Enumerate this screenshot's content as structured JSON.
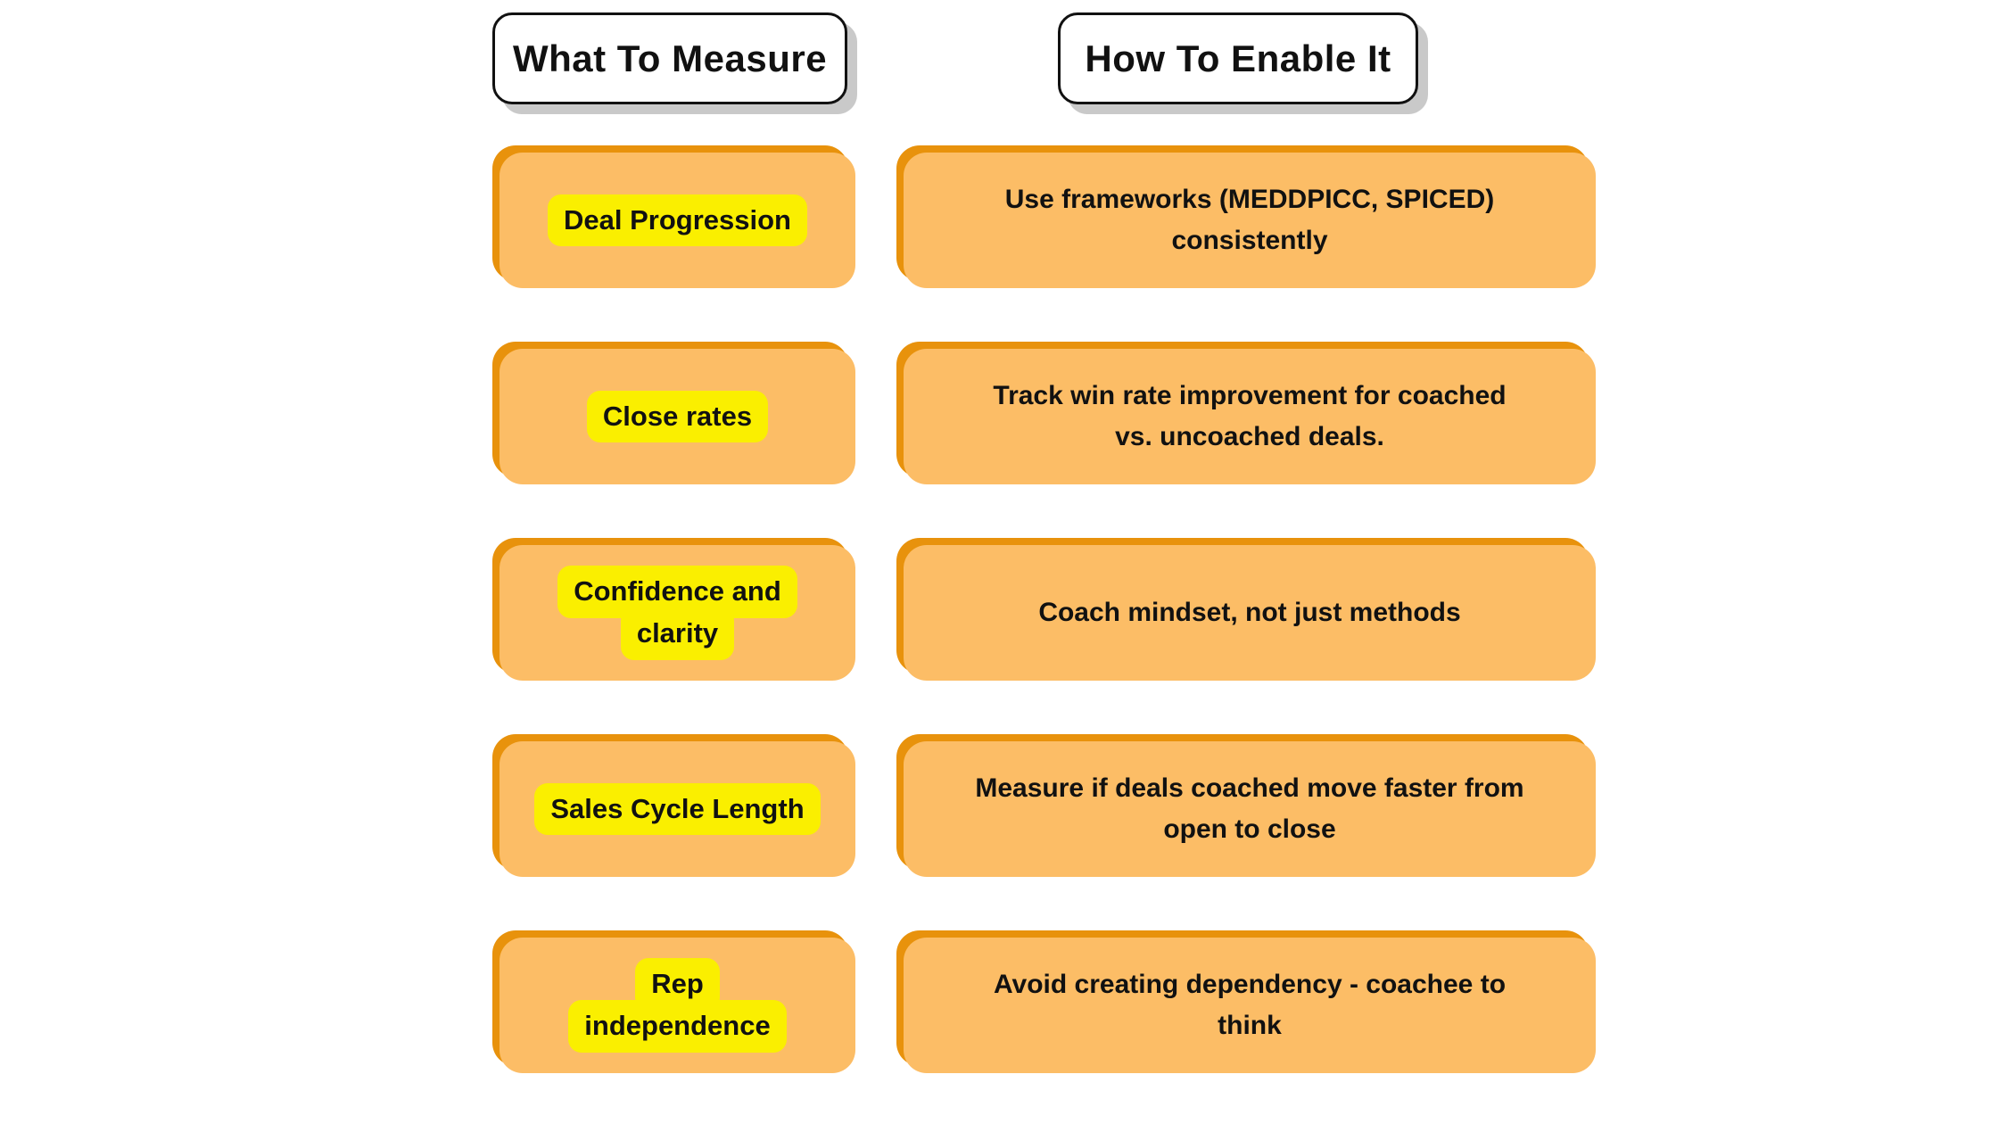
{
  "headers": {
    "left": "What To Measure",
    "right": "How To Enable It"
  },
  "rows": [
    {
      "measure": "Deal Progression",
      "measure_lines": [
        "Deal Progression"
      ],
      "enable": "Use frameworks (MEDDPICC, SPICED) consistently",
      "enable_lines": [
        "Use frameworks (MEDDPICC, SPICED)",
        "consistently"
      ]
    },
    {
      "measure": "Close rates",
      "measure_lines": [
        "Close rates"
      ],
      "enable": "Track win rate improvement for coached vs. uncoached deals.",
      "enable_lines": [
        "Track win rate improvement for coached",
        "vs. uncoached deals."
      ]
    },
    {
      "measure": "Confidence and clarity",
      "measure_lines": [
        "Confidence and",
        "clarity"
      ],
      "enable": "Coach mindset, not just methods",
      "enable_lines": [
        "Coach mindset, not just methods"
      ]
    },
    {
      "measure": "Sales Cycle Length",
      "measure_lines": [
        "Sales Cycle Length"
      ],
      "enable": "Measure if deals coached move faster from open to close",
      "enable_lines": [
        "Measure if deals coached move faster from",
        "open to close"
      ]
    },
    {
      "measure": "Rep independence",
      "measure_lines": [
        "Rep",
        "independence"
      ],
      "enable": "Avoid creating dependency - coachee to think",
      "enable_lines": [
        "Avoid creating dependency - coachee to",
        "think"
      ]
    }
  ],
  "colors": {
    "card_fill": "#FCBD66",
    "card_offset": "#E8920C",
    "highlight_yellow": "#FAEF00",
    "header_fill": "#FFFFFF",
    "header_border": "#111111",
    "header_shadow": "#C9C9C9",
    "text": "#111111",
    "background": "#FFFFFF"
  }
}
